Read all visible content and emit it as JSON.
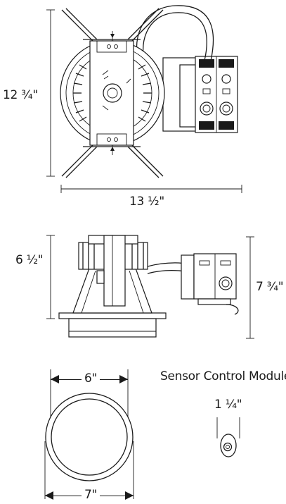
{
  "dimensions": {
    "top_height": "12 ¾\"",
    "top_width": "13 ½\"",
    "side_height_housing": "6 ½\"",
    "side_height_total": "7 ¾\"",
    "aperture_inner": "6\"",
    "aperture_outer": "7\"",
    "sensor_width": "1 ¼\""
  },
  "labels": {
    "sensor_module_title": "Sensor Control Module"
  },
  "colors": {
    "line": "#1a1a1a",
    "background": "#ffffff"
  }
}
